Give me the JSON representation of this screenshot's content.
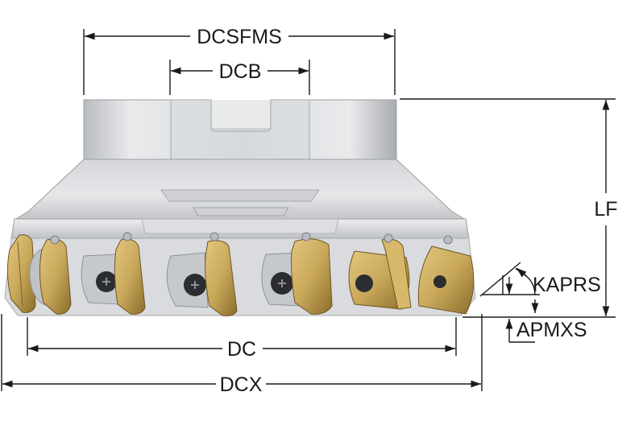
{
  "labels": {
    "dcsfms": "DCSFMS",
    "dcb": "DCB",
    "lf": "LF",
    "kaprs": "KAPRS",
    "apmxs": "APMXS",
    "dc": "DC",
    "dcx": "DCX"
  },
  "colors": {
    "body_light": "#e4e5e7",
    "body_mid": "#c9cbce",
    "body_dark": "#8f9296",
    "insert_gold": "#c9a85a",
    "insert_gold_dark": "#8a6d2c",
    "screw_dark": "#2b2d30",
    "dimension_line": "#1a1a1a"
  }
}
